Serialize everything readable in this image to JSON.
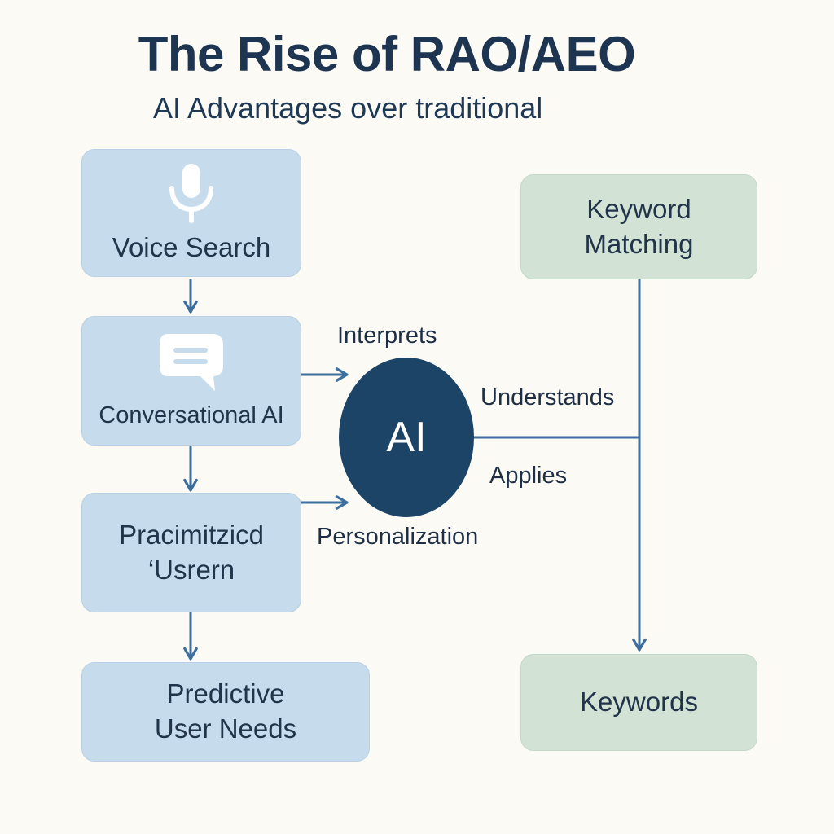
{
  "title": "The Rise of RAO/AEO",
  "subtitle": "AI Advantages over traditional",
  "left_column": {
    "voice_search": {
      "label": "Voice Search",
      "icon": "microphone-icon"
    },
    "conversational_ai": {
      "label": "Conversational AI",
      "icon": "chat-bubble-icon"
    },
    "personalized_users": {
      "line1": "Pracimitzicd",
      "line2": "‘Usrern"
    },
    "predictive": {
      "line1": "Predictive",
      "line2": "User Needs"
    }
  },
  "center": {
    "ai_label": "AI",
    "edge_labels": {
      "interprets": "Interprets",
      "understands": "Understands",
      "applies": "Applies",
      "personalization": "Personalization"
    }
  },
  "right_column": {
    "keyword_matching": {
      "line1": "Keyword",
      "line2": "Matching"
    },
    "keywords": {
      "label": "Keywords"
    }
  },
  "colors": {
    "blue_box": "#c6dced",
    "green_box": "#d2e3d5",
    "ai_node": "#1b4467",
    "arrow": "#3d6f9e",
    "title": "#1d3550"
  }
}
